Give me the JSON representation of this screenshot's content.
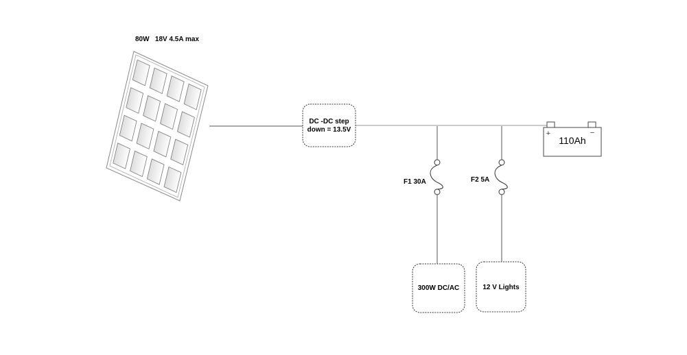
{
  "panel": {
    "label": "80W   18V 4.5A max",
    "rows": 4,
    "cols": 4
  },
  "converter": {
    "line1": "DC -DC step",
    "line2": "down = 13.5V"
  },
  "battery": {
    "label": "110Ah",
    "plus": "+",
    "minus": "−"
  },
  "fuses": [
    {
      "label": "F1 30A"
    },
    {
      "label": "F2 5A"
    }
  ],
  "loads": [
    {
      "label": "300W DC/AC"
    },
    {
      "label": "12 V Lights"
    }
  ],
  "colors": {
    "wire": "#b8b8b8",
    "stroke": "#555555",
    "cell_light": "#ffffff",
    "cell_dark": "#d8d8d8"
  }
}
